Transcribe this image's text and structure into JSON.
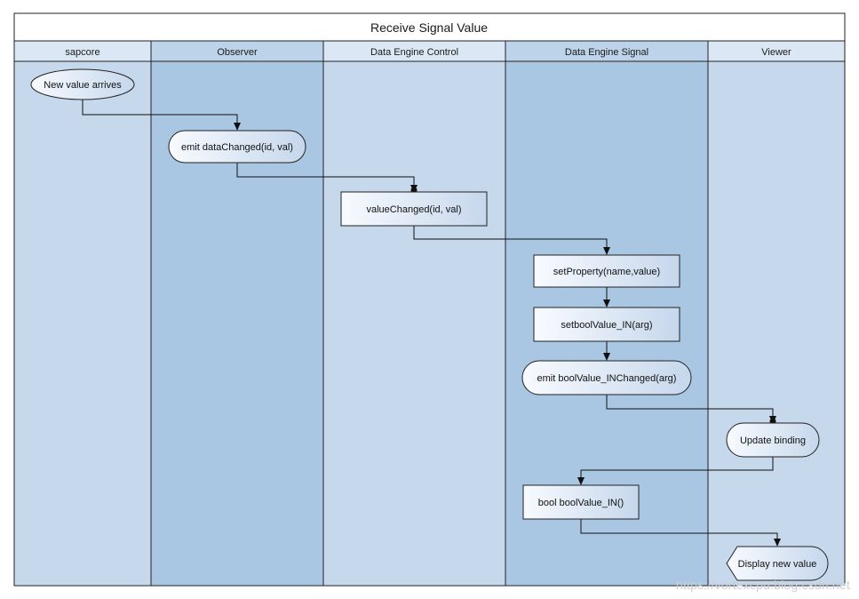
{
  "diagram": {
    "title": "Receive Signal Value",
    "lanes": [
      {
        "name": "sapcore"
      },
      {
        "name": "Observer"
      },
      {
        "name": "Data Engine Control"
      },
      {
        "name": "Data Engine Signal"
      },
      {
        "name": "Viewer"
      }
    ],
    "nodes": [
      {
        "id": "n1",
        "label": "New value arrives",
        "shape": "ellipse"
      },
      {
        "id": "n2",
        "label": "emit dataChanged(id, val)",
        "shape": "rounded"
      },
      {
        "id": "n3",
        "label": "valueChanged(id, val)",
        "shape": "rect"
      },
      {
        "id": "n4",
        "label": "setProperty(name,value)",
        "shape": "rect"
      },
      {
        "id": "n5",
        "label": "setboolValue_IN(arg)",
        "shape": "rect"
      },
      {
        "id": "n6",
        "label": "emit boolValue_INChanged(arg)",
        "shape": "rounded"
      },
      {
        "id": "n7",
        "label": "Update binding",
        "shape": "rounded"
      },
      {
        "id": "n8",
        "label": "bool boolValue_IN()",
        "shape": "rect"
      },
      {
        "id": "n9",
        "label": "Display new value",
        "shape": "display"
      }
    ],
    "edges": [
      {
        "from": "n1",
        "to": "n2"
      },
      {
        "from": "n2",
        "to": "n3"
      },
      {
        "from": "n3",
        "to": "n4"
      },
      {
        "from": "n4",
        "to": "n5"
      },
      {
        "from": "n5",
        "to": "n6"
      },
      {
        "from": "n6",
        "to": "n7"
      },
      {
        "from": "n7",
        "to": "n8"
      },
      {
        "from": "n8",
        "to": "n9"
      }
    ],
    "colors": {
      "lane_light": "#c5d8ec",
      "lane_dark": "#a9c7e2",
      "header_light": "#dbe7f4",
      "header_dark": "#bcd3ea",
      "node_fill_start": "#f8fbff",
      "node_fill_end": "#c6d7ec",
      "stroke": "#222222"
    },
    "watermark": "https://vortexcpu.blog.csdn.net"
  }
}
